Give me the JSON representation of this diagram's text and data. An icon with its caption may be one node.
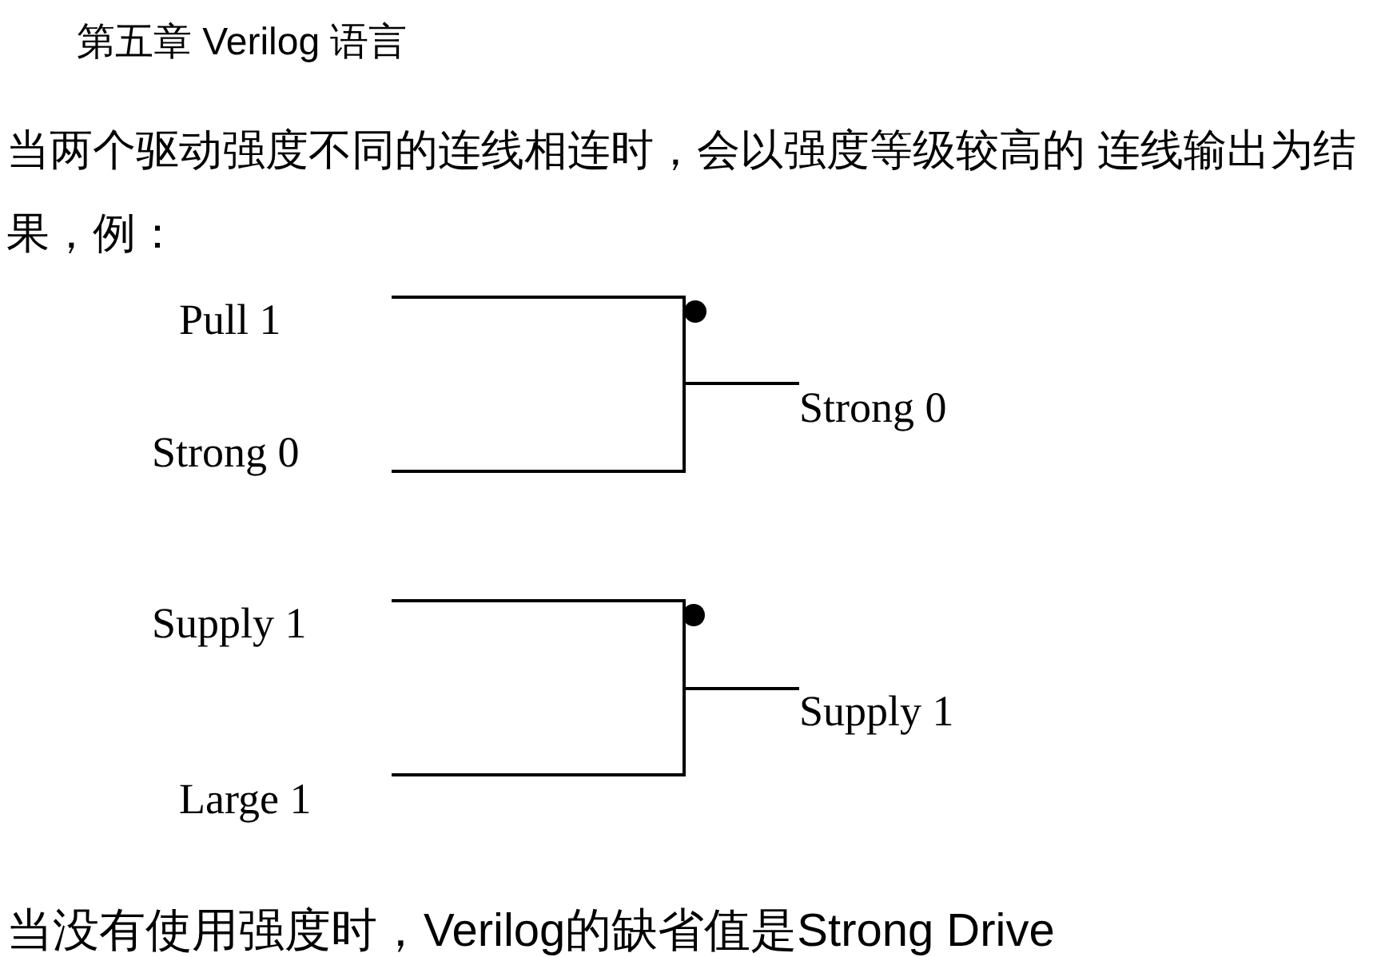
{
  "diagram": {
    "nodes": [
      {
        "text": [
          "Pull 1"
        ]
      },
      {
        "text": [
          "Strong 0"
        ]
      },
      {
        "text": [
          "Strong 0"
        ]
      },
      {
        "text": [
          "Supply 1"
        ]
      },
      {
        "text": [
          "Large 1"
        ]
      },
      {
        "text": [
          "Supply 1"
        ]
      }
    ],
    "edges": [
      {
        "from": 0,
        "to": 2,
        "arrow": "none"
      },
      {
        "from": 1,
        "to": 2,
        "arrow": "none"
      },
      {
        "from": 3,
        "to": 5,
        "arrow": "none"
      },
      {
        "from": 4,
        "to": 5,
        "arrow": "none"
      }
    ],
    "labels": [
      "第五章 Verilog 语言",
      "当两个驱动强度不同的连线相连时，会以强度等级较高的 连线输出为结果，例：",
      "当没有使用强度时，Verilog的缺省值是Strong Drive"
    ]
  }
}
